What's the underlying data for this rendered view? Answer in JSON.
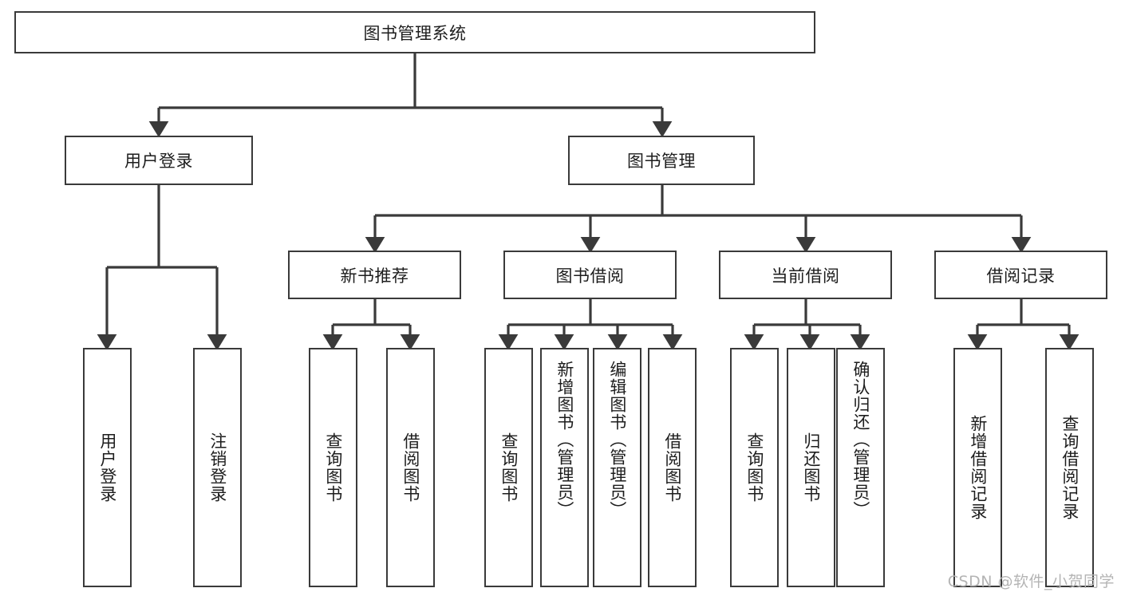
{
  "diagram": {
    "title": "图书管理系统",
    "type": "tree",
    "watermark": "CSDN @软件_小贺同学",
    "colors": {
      "stroke": "#3a3a3a",
      "fill": "#ffffff",
      "text": "#1d1d1d",
      "watermark": "#b4b4b4"
    },
    "nodes": {
      "root": {
        "label": "图书管理系统"
      },
      "level2": [
        {
          "label": "用户登录"
        },
        {
          "label": "图书管理"
        }
      ],
      "level3": [
        {
          "label": "新书推荐"
        },
        {
          "label": "图书借阅"
        },
        {
          "label": "当前借阅"
        },
        {
          "label": "借阅记录"
        }
      ],
      "leaves_user_login": [
        {
          "label": "用户登录"
        },
        {
          "label": "注销登录"
        }
      ],
      "leaves_new_book": [
        {
          "label": "查询图书"
        },
        {
          "label": "借阅图书"
        }
      ],
      "leaves_borrow": [
        {
          "label": "查询图书"
        },
        {
          "label": "新增图书（管理员）"
        },
        {
          "label": "编辑图书（管理员）"
        },
        {
          "label": "借阅图书"
        }
      ],
      "leaves_current": [
        {
          "label": "查询图书"
        },
        {
          "label": "归还图书"
        },
        {
          "label": "确认归还（管理员）"
        }
      ],
      "leaves_records": [
        {
          "label": "新增借阅记录"
        },
        {
          "label": "查询借阅记录"
        }
      ]
    }
  }
}
